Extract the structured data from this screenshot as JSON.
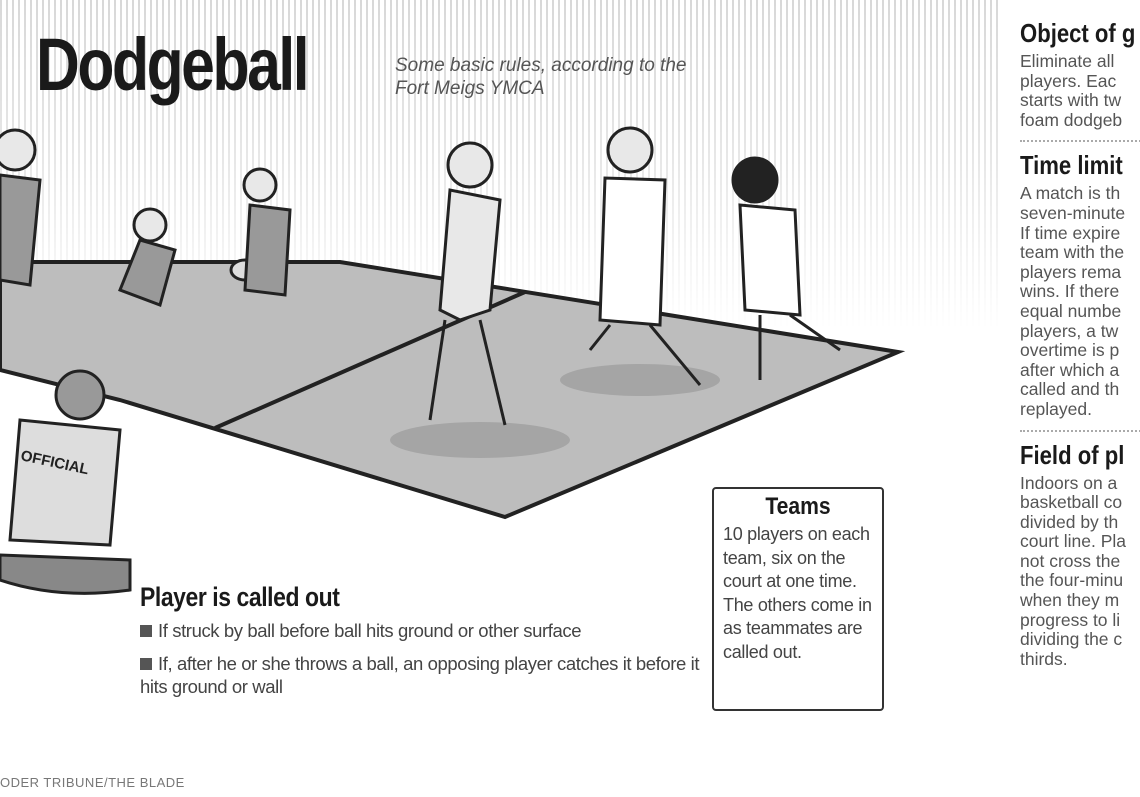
{
  "title": "Dodgeball",
  "subtitle": "Some basic rules, according to the Fort Meigs YMCA",
  "illustration": {
    "official_shirt_label": "OFFICIAL"
  },
  "called_out": {
    "heading": "Player is called out",
    "bullets": [
      "If struck by ball before ball hits ground or other surface",
      "If, after he or she throws a ball, an opposing player catches it before it hits ground or wall"
    ]
  },
  "teams": {
    "heading": "Teams",
    "text": "10 players on each team, six on the court at one time. The others come in as teammates are called out."
  },
  "sidebar": [
    {
      "heading": "Object of g",
      "text": "Eliminate all\nplayers. Eac\nstarts with tw\nfoam dodgeb"
    },
    {
      "heading": "Time limit",
      "text": "A match is th\nseven-minute\nIf time expire\nteam with the\nplayers rema\nwins. If there\nequal numbe\nplayers, a tw\novertime is p\nafter which a\ncalled and th\nreplayed."
    },
    {
      "heading": "Field of pl",
      "text": "Indoors on a\nbasketball co\ndivided by th\ncourt line. Pla\nnot cross the\nthe four-minu\nwhen they m\nprogress to li\ndividing the c\nthirds."
    }
  ],
  "credit": "ODER TRIBUNE/THE BLADE",
  "colors": {
    "court": "#b8b8b8",
    "ink": "#1a1a1a",
    "text": "#444444"
  }
}
